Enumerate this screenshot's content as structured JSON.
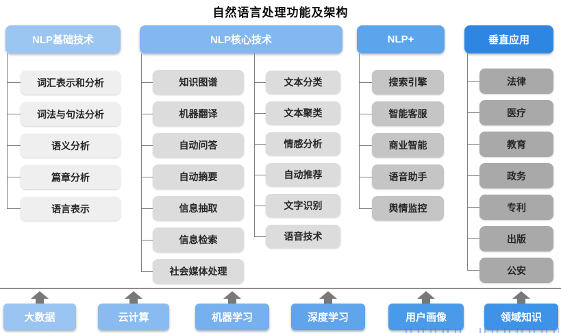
{
  "title": "自然语言处理功能及架构",
  "columns": [
    {
      "header": "NLP基础技术",
      "items": [
        "词汇表示和分析",
        "词法与句法分析",
        "语义分析",
        "篇章分析",
        "语言表示"
      ]
    },
    {
      "header": "NLP核心技术",
      "items_left": [
        "知识图谱",
        "机器翻译",
        "自动问答",
        "自动摘要",
        "信息抽取",
        "信息检索",
        "社会媒体处理"
      ],
      "items_right": [
        "文本分类",
        "文本聚类",
        "情感分析",
        "自动推荐",
        "文字识别",
        "语音技术"
      ]
    },
    {
      "header": "NLP+",
      "items": [
        "搜索引擎",
        "智能客服",
        "商业智能",
        "语音助手",
        "舆情监控"
      ]
    },
    {
      "header": "垂直应用",
      "items": [
        "法律",
        "医疗",
        "教育",
        "政务",
        "专利",
        "出版",
        "公安"
      ]
    }
  ],
  "foundation": [
    "大数据",
    "云计算",
    "机器学习",
    "深度学习",
    "用户画像",
    "领域知识"
  ],
  "colors": {
    "header_1": "#9CC6F2",
    "header_2": "#82B7EF",
    "header_3": "#5CA4EC",
    "header_4": "#2F86E2",
    "node_col1": "#EFEFEF",
    "node_col2": "#DCDCDC",
    "node_col3": "#C5C5C5",
    "node_col4": "#A9A9A9",
    "foundation_1": "#9AC4F1",
    "foundation_2": "#8ABBF0",
    "foundation_3": "#77B0EE",
    "foundation_4": "#60A4EC",
    "foundation_5": "#4A9AEA",
    "foundation_6": "#3E93E9",
    "connector": "#7F7F7F",
    "arrow": "#787878",
    "text_dark": "#262626"
  }
}
